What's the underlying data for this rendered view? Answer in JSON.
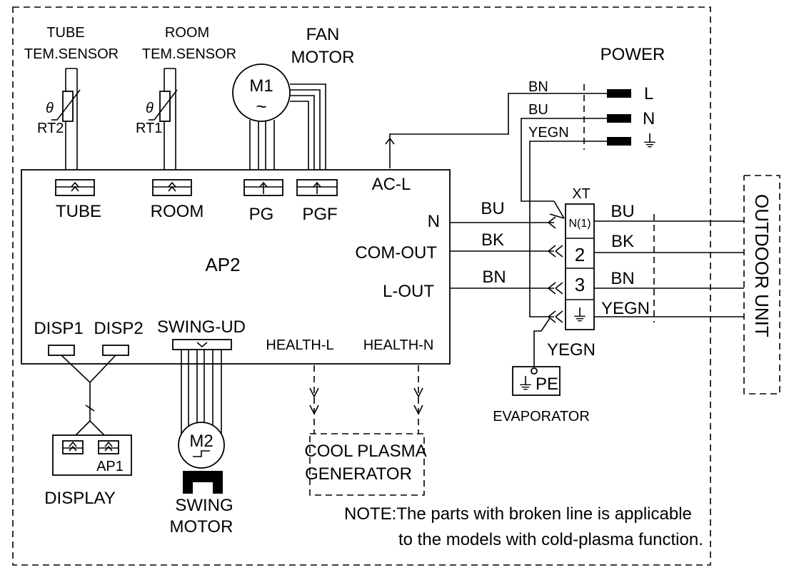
{
  "sensors": {
    "tube_title_1": "TUBE",
    "tube_title_2": "TEM.SENSOR",
    "room_title_1": "ROOM",
    "room_title_2": "TEM.SENSOR",
    "theta": "θ",
    "rt2": "RT2",
    "rt1": "RT1"
  },
  "fan": {
    "title_1": "FAN",
    "title_2": "MOTOR",
    "motor_label": "M1",
    "motor_symbol": "~"
  },
  "power": {
    "title": "POWER",
    "l": "L",
    "n": "N",
    "wire_bn": "BN",
    "wire_bu": "BU",
    "wire_yegn": "YEGN",
    "earth_symbol": "⏚"
  },
  "board": {
    "name": "AP2",
    "tube": "TUBE",
    "room": "ROOM",
    "pg": "PG",
    "pgf": "PGF",
    "ac_l": "AC-L",
    "n": "N",
    "com_out": "COM-OUT",
    "l_out": "L-OUT",
    "disp1": "DISP1",
    "disp2": "DISP2",
    "swing_ud": "SWING-UD",
    "health_l": "HEALTH-L",
    "health_n": "HEALTH-N"
  },
  "terminal": {
    "title": "XT",
    "t1": "N(1)",
    "t2": "2",
    "t3": "3",
    "earth": "⏚"
  },
  "wires": {
    "n": "BU",
    "com": "BK",
    "lout": "BN",
    "out_bu": "BU",
    "out_bk": "BK",
    "out_bn": "BN",
    "out_yegn": "YEGN",
    "evap_yegn": "YEGN"
  },
  "evaporator": {
    "pe": "PE",
    "label": "EVAPORATOR",
    "earth_symbol": "⏚"
  },
  "outdoor_unit": "OUTDOOR UNIT",
  "display": {
    "ap1": "AP1",
    "label": "DISPLAY"
  },
  "swing_motor": {
    "label_m": "M2",
    "title_1": "SWING",
    "title_2": "MOTOR"
  },
  "plasma": {
    "line_1": "COOL PLASMA",
    "line_2": "GENERATOR"
  },
  "note": {
    "line_1": "NOTE:The parts with broken line is applicable",
    "line_2": "to the models with cold-plasma function."
  }
}
